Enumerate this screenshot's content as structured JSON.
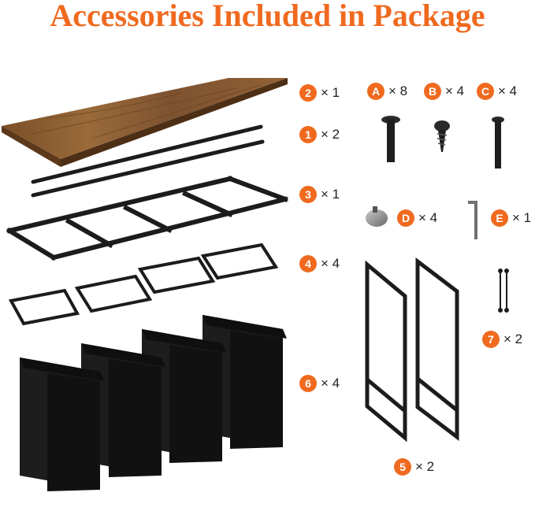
{
  "title": "Accessories Included in Package",
  "colors": {
    "accent": "#ef6a1f",
    "metal": "#1c1c1c",
    "wood": "#8a5a2e",
    "fabric": "#151515"
  },
  "parts": [
    {
      "mark": "2",
      "qty": "× 1",
      "icon": "wood-shelf-board"
    },
    {
      "mark": "1",
      "qty": "× 2",
      "icon": "metal-rod"
    },
    {
      "mark": "3",
      "qty": "× 1",
      "icon": "ladder-frame"
    },
    {
      "mark": "4",
      "qty": "× 4",
      "icon": "bag-hanger-frame"
    },
    {
      "mark": "6",
      "qty": "× 4",
      "icon": "laundry-bag"
    },
    {
      "mark": "5",
      "qty": "× 2",
      "icon": "side-frame"
    },
    {
      "mark": "7",
      "qty": "× 2",
      "icon": "anti-tip-strap"
    }
  ],
  "hardware": [
    {
      "mark": "A",
      "qty": "× 8",
      "icon": "bolt"
    },
    {
      "mark": "B",
      "qty": "× 4",
      "icon": "wood-screw"
    },
    {
      "mark": "C",
      "qty": "× 4",
      "icon": "long-screw"
    },
    {
      "mark": "D",
      "qty": "× 4",
      "icon": "adjustable-foot"
    },
    {
      "mark": "E",
      "qty": "× 1",
      "icon": "allen-key"
    }
  ]
}
